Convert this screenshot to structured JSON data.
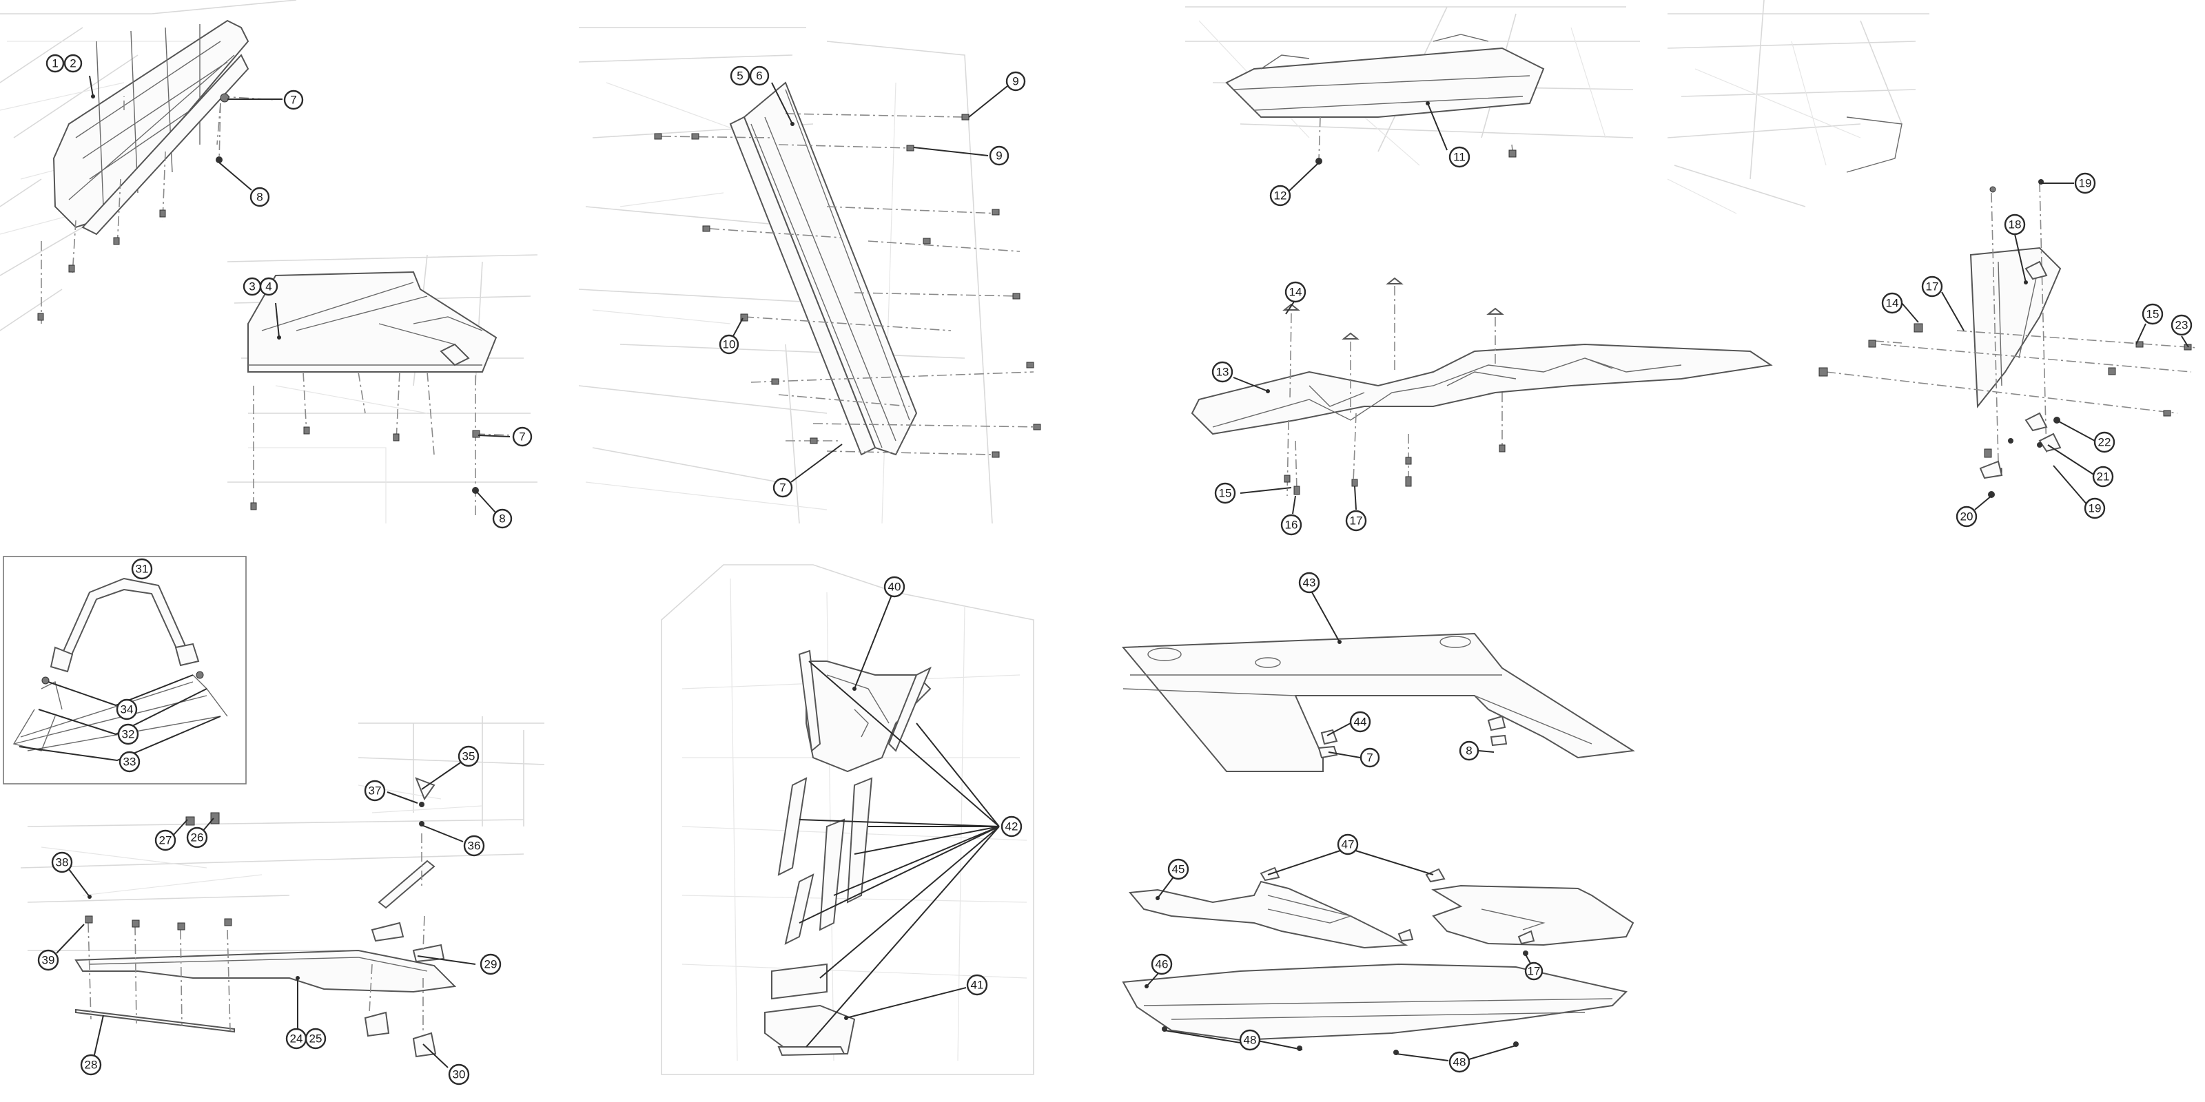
{
  "callouts": {
    "c1": "1",
    "c2": "2",
    "c3": "3",
    "c4": "4",
    "c5": "5",
    "c6": "6",
    "c7": "7",
    "c8": "8",
    "c9": "9",
    "c10": "10",
    "c11": "11",
    "c12": "12",
    "c13": "13",
    "c14": "14",
    "c15": "15",
    "c16": "16",
    "c17": "17",
    "c18": "18",
    "c19": "19",
    "c20": "20",
    "c21": "21",
    "c22": "22",
    "c23": "23",
    "c24": "24",
    "c25": "25",
    "c26": "26",
    "c27": "27",
    "c28": "28",
    "c29": "29",
    "c30": "30",
    "c31": "31",
    "c32": "32",
    "c33": "33",
    "c34": "34",
    "c35": "35",
    "c36": "36",
    "c37": "37",
    "c38": "38",
    "c39": "39",
    "c40": "40",
    "c41": "41",
    "c42": "42",
    "c43": "43",
    "c44": "44",
    "c45": "45",
    "c46": "46",
    "c47": "47",
    "c48": "48"
  },
  "colors": {
    "background": "#ffffff",
    "callout_stroke": "#2b2b2b",
    "ghost_lines": "#d9d9d9",
    "part_lines": "#555555"
  }
}
